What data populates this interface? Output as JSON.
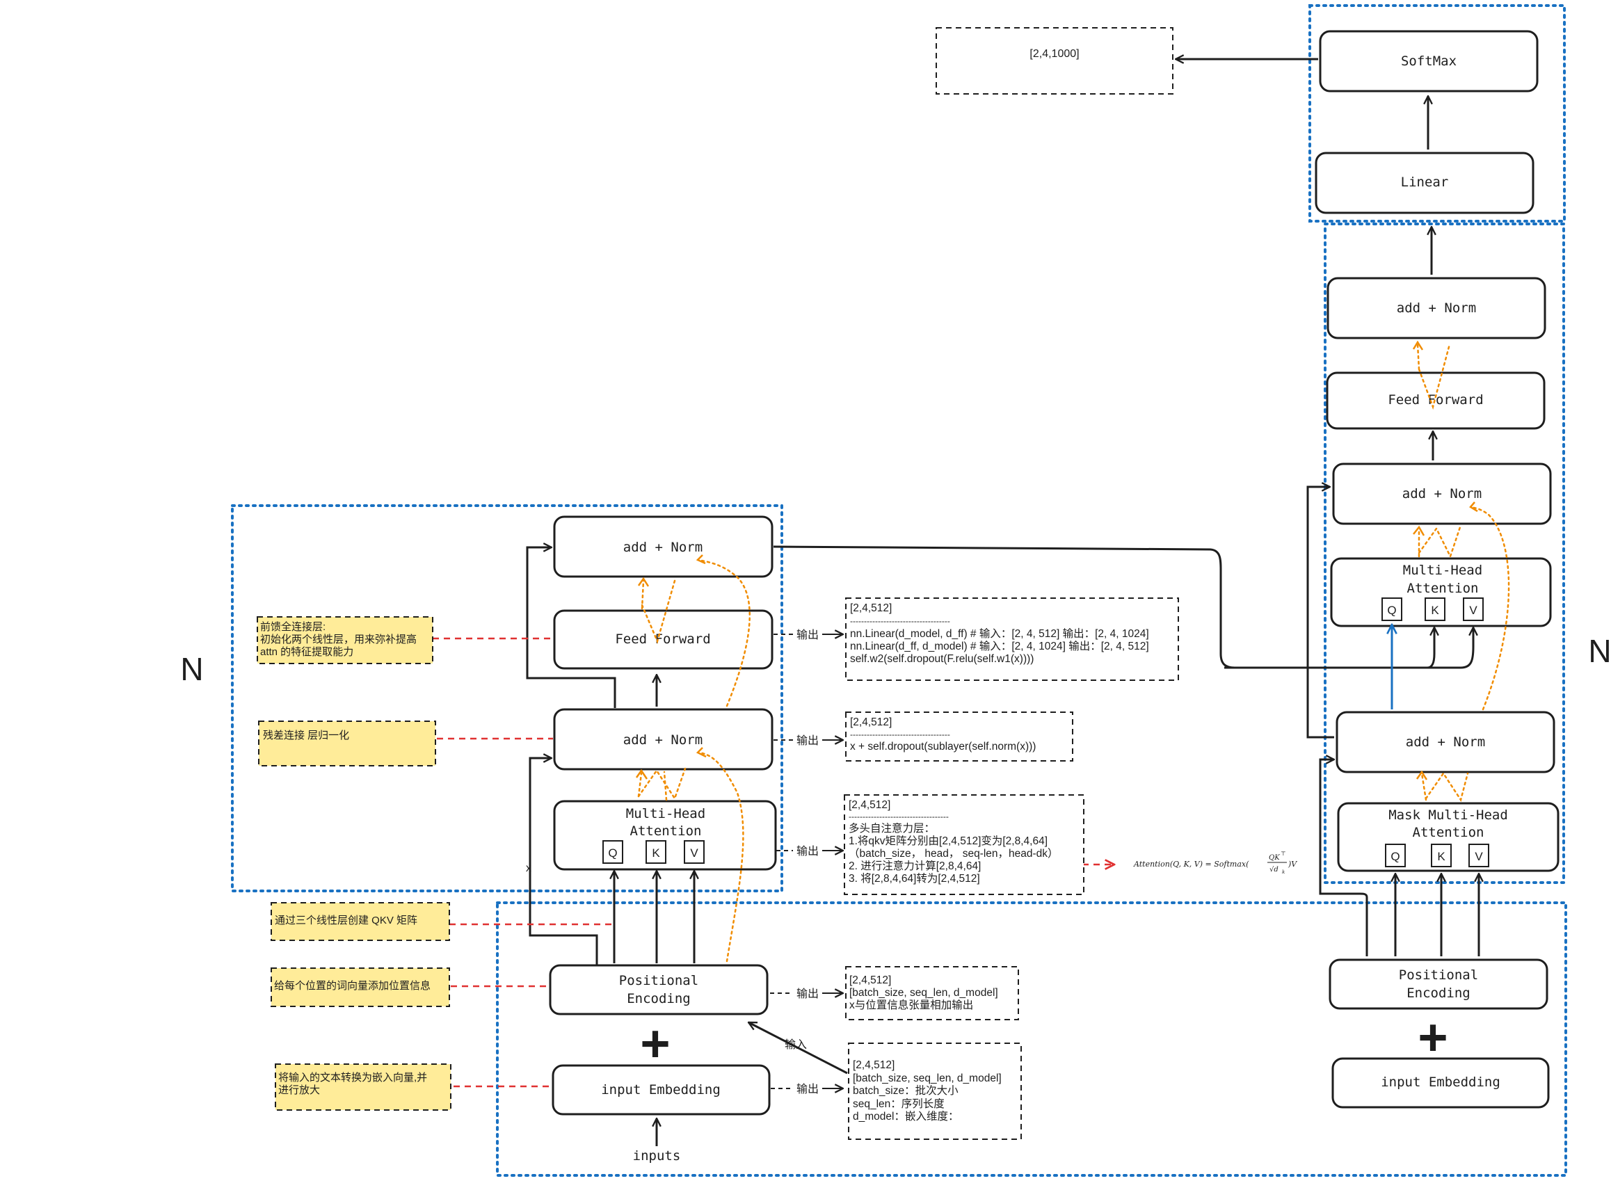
{
  "colors": {
    "stroke": "#1e1e1e",
    "residual": "#f08c00",
    "dashed_red": "#e03131",
    "group_blue": "#1971c2",
    "sticky_fill": "#ffec99",
    "q_arrow": "#1971c2"
  },
  "repeat_label": "N",
  "plus_sign": "+",
  "encoder": {
    "add_norm_top": "add + Norm",
    "feed_forward": "Feed Forward",
    "add_norm_mid": "add + Norm",
    "mha_line1": "Multi-Head",
    "mha_line2": "Attention",
    "q": "Q",
    "k": "K",
    "v": "V",
    "pos_line1": "Positional",
    "pos_line2": "Encoding",
    "input_embedding": "input Embedding",
    "inputs": "inputs",
    "x_label": "x"
  },
  "decoder": {
    "softmax": "SoftMax",
    "linear": "Linear",
    "add_norm_top": "add + Norm",
    "feed_forward": "Feed Forward",
    "add_norm_mid": "add + Norm",
    "mha_line1": "Multi-Head",
    "mha_line2": "Attention",
    "add_norm_bottom": "add + Norm",
    "mask_line1": "Mask Multi-Head",
    "mask_line2": "Attention",
    "q": "Q",
    "k": "K",
    "v": "V",
    "pos_line1": "Positional",
    "pos_line2": "Encoding",
    "input_embedding": "input Embedding"
  },
  "output_shape": "[2,4,1000]",
  "arrow_labels": {
    "out_ff": "输出",
    "out_addnorm": "输出",
    "out_mha": "输出",
    "out_pos": "输出",
    "out_emb": "输出",
    "input_to_pos": "输入"
  },
  "notes": {
    "ff": [
      "[2,4,512]",
      "------------------------------------",
      "nn.Linear(d_model, d_ff) # 输入：[2, 4, 512] 输出：[2, 4, 1024]",
      "nn.Linear(d_ff, d_model) # 输入：[2, 4, 1024] 输出：[2, 4, 512]",
      "self.w2(self.dropout(F.relu(self.w1(x))))"
    ],
    "addnorm": [
      "[2,4,512]",
      "------------------------------------",
      "x + self.dropout(sublayer(self.norm(x)))"
    ],
    "mha": [
      "[2,4,512]",
      "------------------------------------",
      "多头自注意力层：",
      "1.将qkv矩阵分别由[2,4,512]变为[2,8,4,64]",
      "（batch_size，  head，  seq-len，head-dk）",
      "2. 进行注意力计算[2,8,4,64]",
      "3. 将[2,8,4,64]转为[2,4,512]"
    ],
    "pos": [
      "[2,4,512]",
      "[batch_size, seq_len, d_model]",
      "x与位置信息张量相加输出"
    ],
    "emb": [
      "[2,4,512]",
      "[batch_size, seq_len, d_model]",
      "batch_size：批次大小",
      "seq_len：序列长度",
      "d_model：嵌入维度："
    ]
  },
  "stickies": {
    "ff": [
      "前馈全连接层:",
      "初始化两个线性层，用来弥补提高",
      "attn 的特征提取能力"
    ],
    "addnorm": [
      "残差连接 层归一化"
    ],
    "qkv": [
      "通过三个线性层创建 QKV 矩阵"
    ],
    "pos": [
      "给每个位置的词向量添加位置信息"
    ],
    "emb": [
      "将输入的文本转换为嵌入向量,并",
      "进行放大"
    ]
  },
  "formula": {
    "lhs": "Attention(Q, K, V) = Softmax(",
    "num": "QK",
    "sup": "⊤",
    "den": "√d",
    "sub": "k",
    "rhs": ")V"
  }
}
